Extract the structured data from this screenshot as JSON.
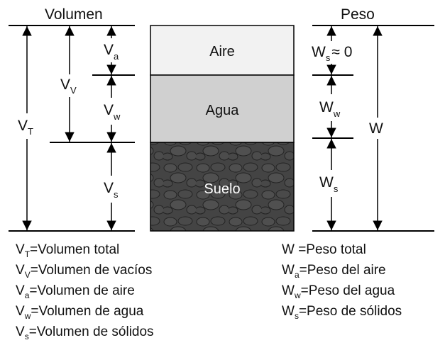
{
  "headers": {
    "volume": "Volumen",
    "weight": "Peso"
  },
  "phases": [
    {
      "name": "Aire",
      "fill": "#f2f2f2"
    },
    {
      "name": "Agua",
      "fill": "#d0d0d0"
    },
    {
      "name": "Suelo",
      "fill": "#444444"
    }
  ],
  "volume_dims": {
    "total": {
      "main": "V",
      "sub": "T"
    },
    "voids": {
      "main": "V",
      "sub": "V"
    },
    "air": {
      "main": "V",
      "sub": "a"
    },
    "water": {
      "main": "V",
      "sub": "w"
    },
    "solids": {
      "main": "V",
      "sub": "s"
    }
  },
  "weight_dims": {
    "air": {
      "main": "W",
      "sub": "s",
      "suffix": "≈ 0"
    },
    "water": {
      "main": "W",
      "sub": "w"
    },
    "solids": {
      "main": "W",
      "sub": "s"
    },
    "total": {
      "main": "W"
    }
  },
  "legend_volume": [
    {
      "main": "V",
      "sub": "T",
      "text": "=Volumen total"
    },
    {
      "main": "V",
      "sub": "V",
      "text": "=Volumen de vacíos"
    },
    {
      "main": "V",
      "sub": "a",
      "text": "=Volumen de aire"
    },
    {
      "main": "V",
      "sub": "w",
      "text": "=Volumen de agua"
    },
    {
      "main": "V",
      "sub": "s",
      "text": "=Volumen de sólidos"
    }
  ],
  "legend_weight": [
    {
      "main": "W",
      "sub": "",
      "text": " =Peso total"
    },
    {
      "main": "W",
      "sub": "a",
      "text": "=Peso del aire"
    },
    {
      "main": "W",
      "sub": "w",
      "text": "=Peso del agua"
    },
    {
      "main": "W",
      "sub": "s",
      "text": "=Peso de sólidos"
    }
  ]
}
